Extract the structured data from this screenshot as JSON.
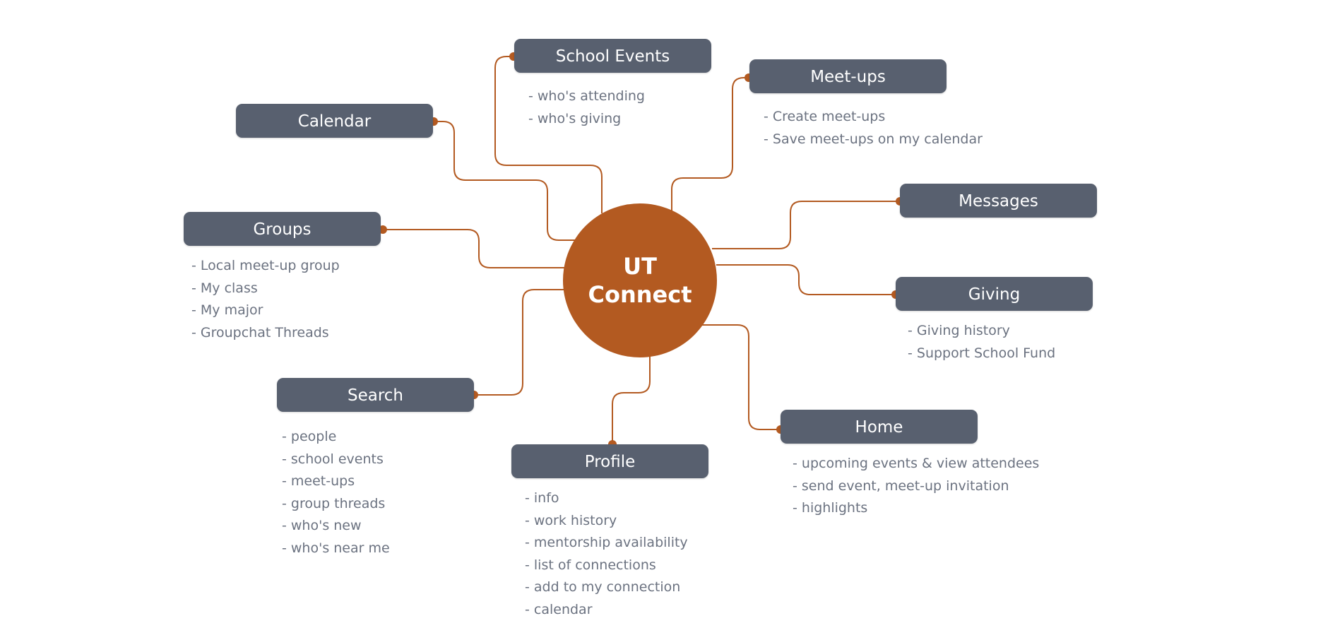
{
  "center": {
    "line1": "UT",
    "line2": "Connect"
  },
  "colors": {
    "accent": "#b35a21",
    "node_fill": "#58606f",
    "node_text": "#ffffff",
    "note_text": "#6b7280",
    "background": "#ffffff"
  },
  "branches": {
    "school_events": {
      "label": "School Events",
      "notes": [
        "- who's attending",
        "- who's giving"
      ]
    },
    "meetups": {
      "label": "Meet-ups",
      "notes": [
        "- Create meet-ups",
        "- Save meet-ups on my calendar"
      ]
    },
    "calendar": {
      "label": "Calendar",
      "notes": []
    },
    "messages": {
      "label": "Messages",
      "notes": []
    },
    "groups": {
      "label": "Groups",
      "notes": [
        "- Local meet-up group",
        "- My class",
        "- My major",
        "- Groupchat Threads"
      ]
    },
    "giving": {
      "label": "Giving",
      "notes": [
        "- Giving history",
        "- Support School Fund"
      ]
    },
    "search": {
      "label": "Search",
      "notes": [
        "- people",
        "- school events",
        "- meet-ups",
        "- group threads",
        "- who's new",
        "- who's near me"
      ]
    },
    "home": {
      "label": "Home",
      "notes": [
        "- upcoming events & view attendees",
        "- send event, meet-up invitation",
        "- highlights"
      ]
    },
    "profile": {
      "label": "Profile",
      "notes": [
        "- info",
        "- work history",
        "- mentorship availability",
        "- list of connections",
        "- add to my connection",
        "- calendar"
      ]
    }
  }
}
